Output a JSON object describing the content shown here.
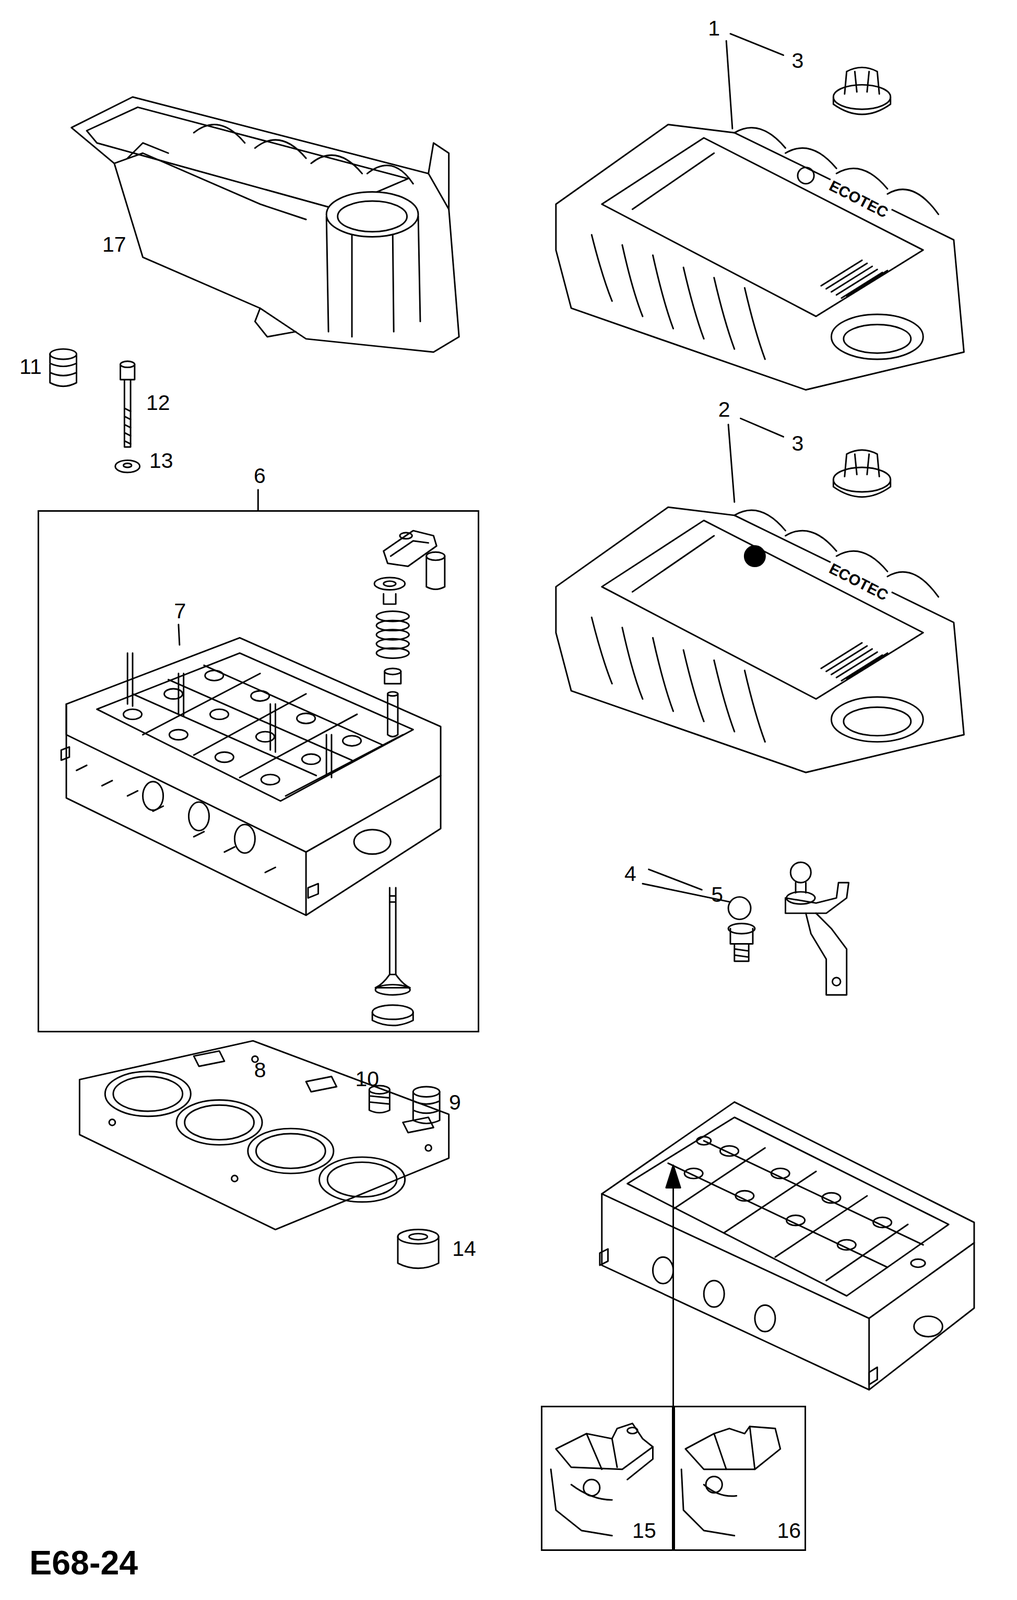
{
  "diagram": {
    "nodes": [
      {
        "text": [
          "6",
          "7"
        ]
      },
      {
        "text": [
          "15"
        ]
      },
      {
        "text": [
          "16"
        ]
      }
    ],
    "labels": [
      "1",
      "3",
      "17",
      "11",
      "12",
      "13",
      "ECOTEC",
      "2",
      "3",
      "ECOTEC",
      "4",
      "5",
      "8",
      "10",
      "9",
      "14",
      "E68-24"
    ]
  }
}
